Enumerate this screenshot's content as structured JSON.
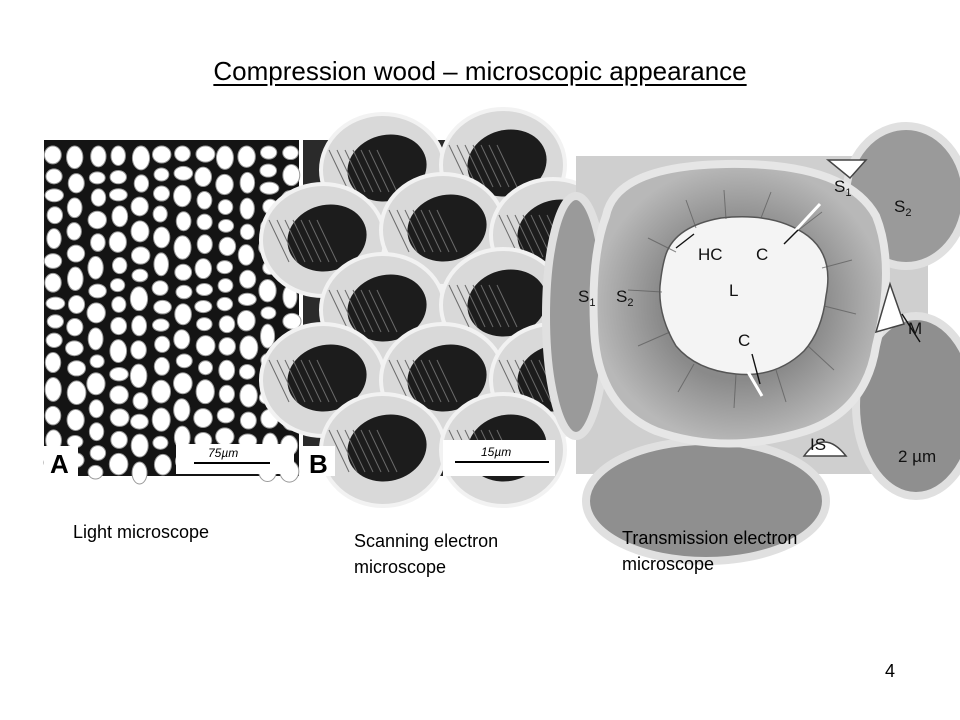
{
  "slide": {
    "title": "Compression wood – microscopic appearance",
    "page_number": "4"
  },
  "panels": {
    "light": {
      "letter": "A",
      "scale_bar": "75µm",
      "caption_line1": "Light microscope"
    },
    "sem": {
      "letter": "B",
      "scale_bar": "15µm",
      "caption_line1": "Scanning electron",
      "caption_line2": "microscope"
    },
    "tem": {
      "caption_line1": "Transmission electron",
      "caption_line2": "microscope",
      "labels": {
        "s1_top": "S",
        "s1_top_sub": "1",
        "s2_right": "S",
        "s2_right_sub": "2",
        "hc": "HC",
        "c_top": "C",
        "l": "L",
        "s1_left": "S",
        "s1_left_sub": "1",
        "s2_left": "S",
        "s2_left_sub": "2",
        "c_bottom": "C",
        "m": "M",
        "is": "IS",
        "scale": "2 µm"
      }
    }
  }
}
